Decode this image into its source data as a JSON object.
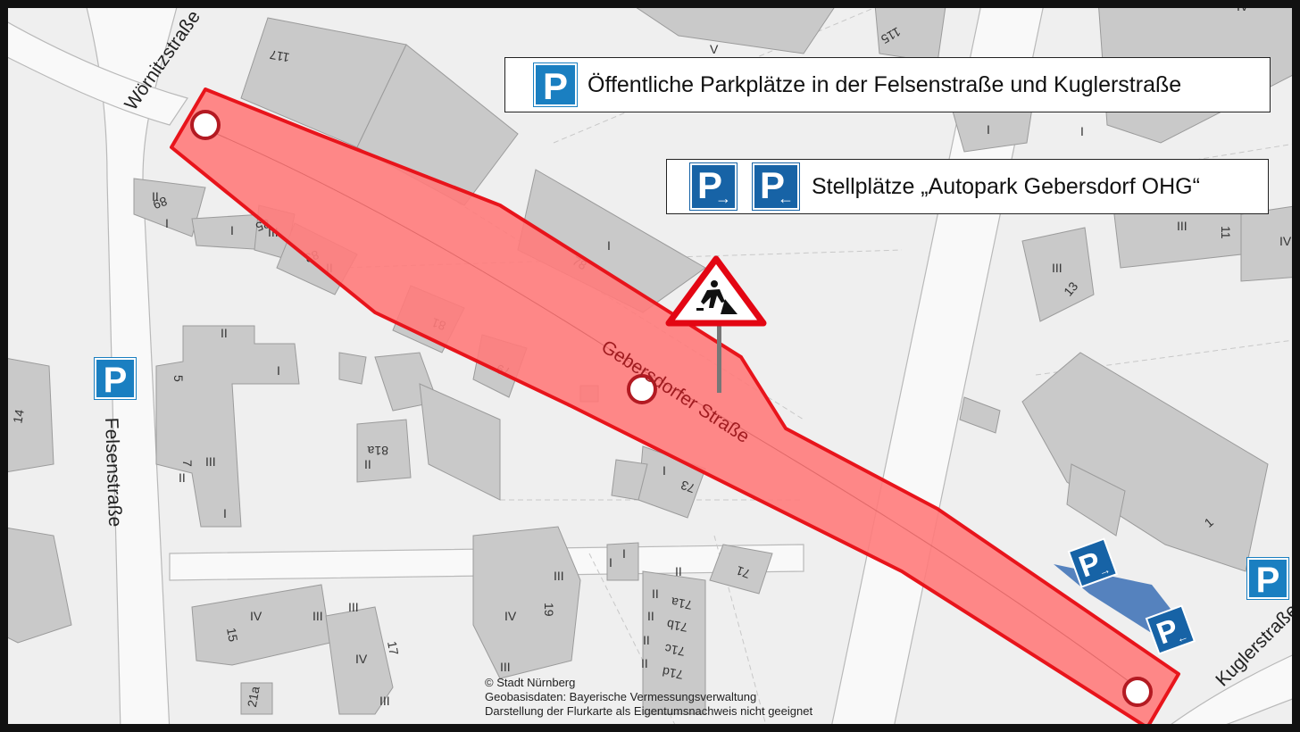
{
  "legend": {
    "public_parking": {
      "sign": "P",
      "text": "Öffentliche Parkplätze in der Felsenstraße und Kuglerstraße"
    },
    "private_parking": {
      "sign_in": "P",
      "sign_out": "P",
      "arrow_in": "→",
      "arrow_out": "←",
      "text": "Stellplätze „Autopark Gebersdorf OHG“"
    }
  },
  "streets": {
    "woernitz": "Wörnitzstraße",
    "felsen": "Felsenstraße",
    "gebersdorfer": "Gebersdorfer Straße",
    "kugler": "Kuglerstraße"
  },
  "map_signs": {
    "p_left": "P",
    "p_right": "P",
    "p_arrow_in": "P",
    "p_arrow_out": "P",
    "arrow_in": "→",
    "arrow_out": "←"
  },
  "building_labels": {
    "n117": "117",
    "n115": "115",
    "n89": "89",
    "n85": "85",
    "n83": "83",
    "n81": "81",
    "n79": "79",
    "n78": "78",
    "n81a": "81a",
    "n73": "73",
    "n71": "71",
    "n71a": "71a",
    "n71b": "71b",
    "n71c": "71c",
    "n71d": "71d",
    "n19": "19",
    "n17": "17",
    "n15": "15",
    "n21a": "21a",
    "n14": "14",
    "n5": "5",
    "n7": "7",
    "n13": "13",
    "n11": "11",
    "n1": "1",
    "II": "II",
    "III": "III",
    "IV": "IV",
    "I": "I",
    "V": "V"
  },
  "copyright": {
    "line1": "© Stadt Nürnberg",
    "line2": "Geobasisdaten: Bayerische Vermessungsverwaltung",
    "line3": "Darstellung der Flurkarte als Eigentumsnachweis nicht geeignet"
  },
  "colors": {
    "closure_fill": "#ff7b7b",
    "closure_stroke": "#e8141b",
    "building": "#c9c9c9",
    "building_dark": "#a9a9a9",
    "parking_blue": "#1a7fc1",
    "parking_dark_blue": "#1763a6"
  },
  "icons": {
    "road_works": "road-works-warning-icon",
    "marker": "closure-endpoint-marker-icon"
  }
}
